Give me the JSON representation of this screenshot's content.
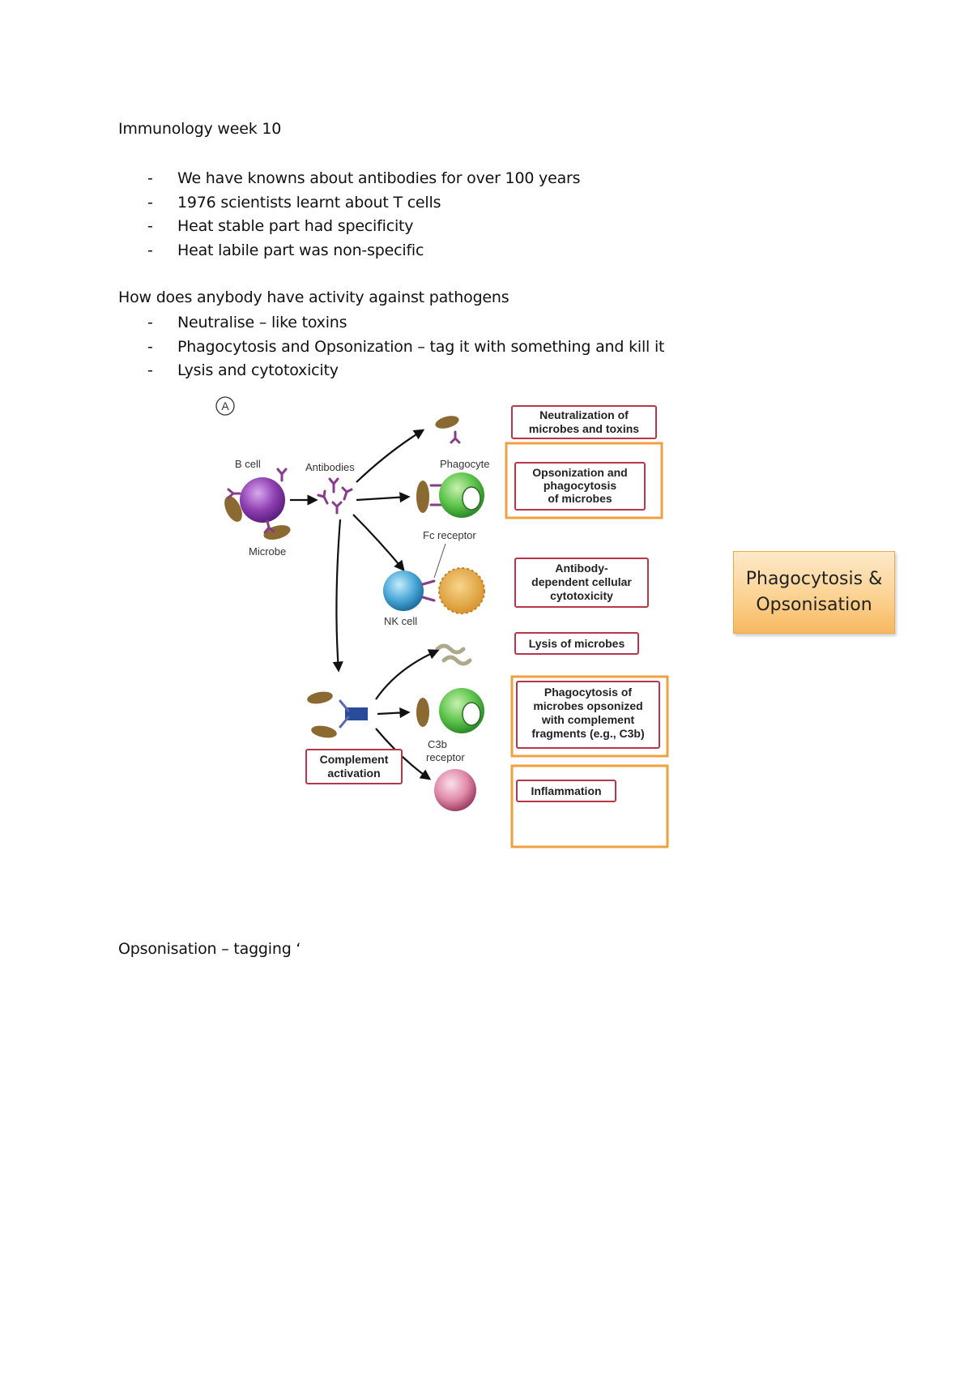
{
  "title": "Immunology week 10",
  "intro_bullets": [
    "We have knowns about antibodies for over 100 years",
    "1976 scientists learnt about T cells",
    "Heat stable part had specificity",
    "Heat labile part was non-specific"
  ],
  "question": "How does anybody have activity against pathogens",
  "activity_bullets": [
    "Neutralise – like toxins",
    "Phagocytosis and Opsonization – tag it with something and kill it",
    "Lysis and cytotoxicity"
  ],
  "figure": {
    "panel_letter": "A",
    "labels": {
      "b_cell": "B cell",
      "antibodies": "Antibodies",
      "microbe": "Microbe",
      "phagocyte": "Phagocyte",
      "fc_receptor": "Fc receptor",
      "nk_cell": "NK cell",
      "c3b": "C3b",
      "receptor": "receptor"
    },
    "boxes": {
      "neutralization": [
        "Neutralization of",
        "microbes and toxins"
      ],
      "opsonization": [
        "Opsonization and",
        "phagocytosis",
        "of microbes"
      ],
      "adcc": [
        "Antibody-",
        "dependent cellular",
        "cytotoxicity"
      ],
      "lysis": [
        "Lysis of microbes"
      ],
      "complement_phago": [
        "Phagocytosis of",
        "microbes opsonized",
        "with complement",
        "fragments (e.g., C3b)"
      ],
      "complement": [
        "Complement",
        "activation"
      ],
      "inflammation": [
        "Inflammation"
      ]
    },
    "colors": {
      "box_border": "#b8364a",
      "highlight": "#f0a040",
      "b_cell": "#8e3fb0",
      "phagocyte": "#5cc44a",
      "nk_cell": "#4aa8d8",
      "microbe": "#8a6a30",
      "antibody": "#8a3a8a"
    }
  },
  "callout": [
    "Phagocytosis &",
    "Opsonisation"
  ],
  "footer_line": "Opsonisation – tagging ‘"
}
